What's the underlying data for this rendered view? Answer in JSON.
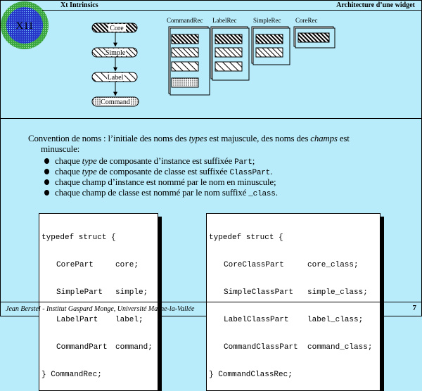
{
  "header": {
    "left_title": "Xt Intrinsics",
    "right_title": "Architecture d’une widget"
  },
  "logo": {
    "text": "X11",
    "outer_color": "#3aa640",
    "inner_color": "#2636c8"
  },
  "hierarchy": {
    "nodes": [
      "Core",
      "Simple",
      "Label",
      "Command"
    ]
  },
  "records": [
    {
      "label": "CommandRec",
      "parts": 4
    },
    {
      "label": "LabelRec",
      "parts": 3
    },
    {
      "label": "SimpleRec",
      "parts": 2
    },
    {
      "label": "CoreRec",
      "parts": 1
    }
  ],
  "convention": {
    "text_a": "Convention de noms : l’initiale des noms des ",
    "text_types": "types",
    "text_b": " est majuscule, des noms des ",
    "text_champs": "champs",
    "text_c": " est",
    "text_d": "minuscule:"
  },
  "bullets": {
    "b1_a": "chaque ",
    "b1_type": "type",
    "b1_b": " de composante d’instance est suffixée ",
    "b1_code": "Part",
    "b1_c": ";",
    "b2_a": "chaque ",
    "b2_type": "type",
    "b2_b": " de composante de classe est suffixée ",
    "b2_code": "ClassPart",
    "b2_c": ".",
    "b3": "chaque champ d’instance est nommé par le nom en minuscule;",
    "b4_a": "chaque champ de classe est nommé par le nom suffixé ",
    "b4_code": "_class",
    "b4_c": "."
  },
  "code_left": {
    "open": "typedef struct {",
    "rows": [
      [
        "CorePart",
        "core;"
      ],
      [
        "SimplePart",
        "simple;"
      ],
      [
        "LabelPart",
        "label;"
      ],
      [
        "CommandPart",
        "command;"
      ]
    ],
    "close": "} CommandRec;"
  },
  "code_right": {
    "open": "typedef struct {",
    "rows": [
      [
        "CoreClassPart",
        "core_class;"
      ],
      [
        "SimpleClassPart",
        "simple_class;"
      ],
      [
        "LabelClassPart",
        "label_class;"
      ],
      [
        "CommandClassPart",
        "command_class;"
      ]
    ],
    "close": "} CommandClassRec;"
  },
  "footer": {
    "left": "Jean Berstel - Institut Gaspard Monge, Université Marne-la-Vallée",
    "page": "7"
  }
}
